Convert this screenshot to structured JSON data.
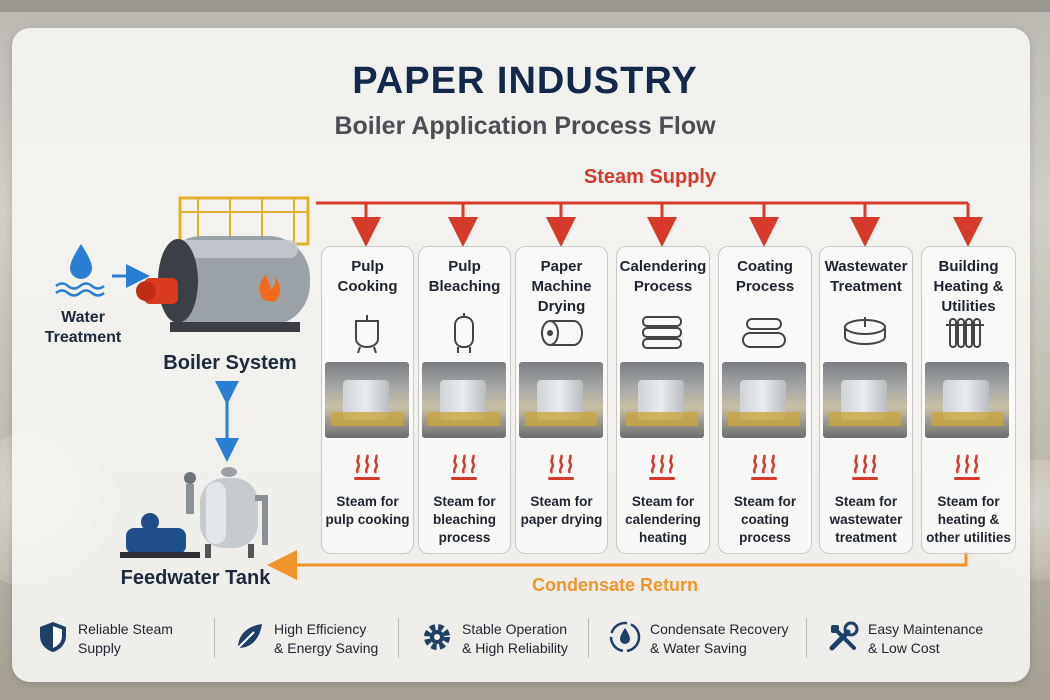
{
  "header": {
    "title": "PAPER INDUSTRY",
    "subtitle": "Boiler Application Process Flow"
  },
  "flow": {
    "steam_label": "Steam Supply",
    "condensate_label": "Condensate Return"
  },
  "left": {
    "water_line1": "Water",
    "water_line2": "Treatment",
    "boiler_label": "Boiler System",
    "tank_label": "Feedwater Tank"
  },
  "processes": [
    {
      "t1": "Pulp",
      "t2": "Cooking",
      "t3": "",
      "d1": "Steam for",
      "d2": "pulp cooking",
      "d3": "",
      "icon": "cooking-vessel-icon"
    },
    {
      "t1": "Pulp",
      "t2": "Bleaching",
      "t3": "",
      "d1": "Steam for",
      "d2": "bleaching",
      "d3": "process",
      "icon": "bleaching-tank-icon"
    },
    {
      "t1": "Paper",
      "t2": "Machine",
      "t3": "Drying",
      "d1": "Steam for",
      "d2": "paper drying",
      "d3": "",
      "icon": "paper-roll-icon"
    },
    {
      "t1": "Calendering",
      "t2": "Process",
      "t3": "",
      "d1": "Steam for",
      "d2": "calendering",
      "d3": "heating",
      "icon": "calender-rolls-icon"
    },
    {
      "t1": "Coating",
      "t2": "Process",
      "t3": "",
      "d1": "Steam for",
      "d2": "coating",
      "d3": "process",
      "icon": "coating-rolls-icon"
    },
    {
      "t1": "Wastewater",
      "t2": "Treatment",
      "t3": "",
      "d1": "Steam for",
      "d2": "wastewater",
      "d3": "treatment",
      "icon": "clarifier-icon"
    },
    {
      "t1": "Building",
      "t2": "Heating &",
      "t3": "Utilities",
      "d1": "Steam for",
      "d2": "heating &",
      "d3": "other utilities",
      "icon": "radiator-icon"
    }
  ],
  "features": [
    {
      "l1": "Reliable Steam",
      "l2": "Supply",
      "icon": "shield-icon"
    },
    {
      "l1": "High Efficiency",
      "l2": "& Energy Saving",
      "icon": "leaf-icon"
    },
    {
      "l1": "Stable Operation",
      "l2": "& High Reliability",
      "icon": "gear-icon"
    },
    {
      "l1": "Condensate Recovery",
      "l2": "& Water Saving",
      "icon": "recycle-drop-icon"
    },
    {
      "l1": "Easy Maintenance",
      "l2": "& Low Cost",
      "icon": "tools-icon"
    }
  ],
  "colors": {
    "steam": "#d63a2a",
    "condensate": "#f0952a",
    "water": "#2a7fd4",
    "title": "#14294a"
  }
}
